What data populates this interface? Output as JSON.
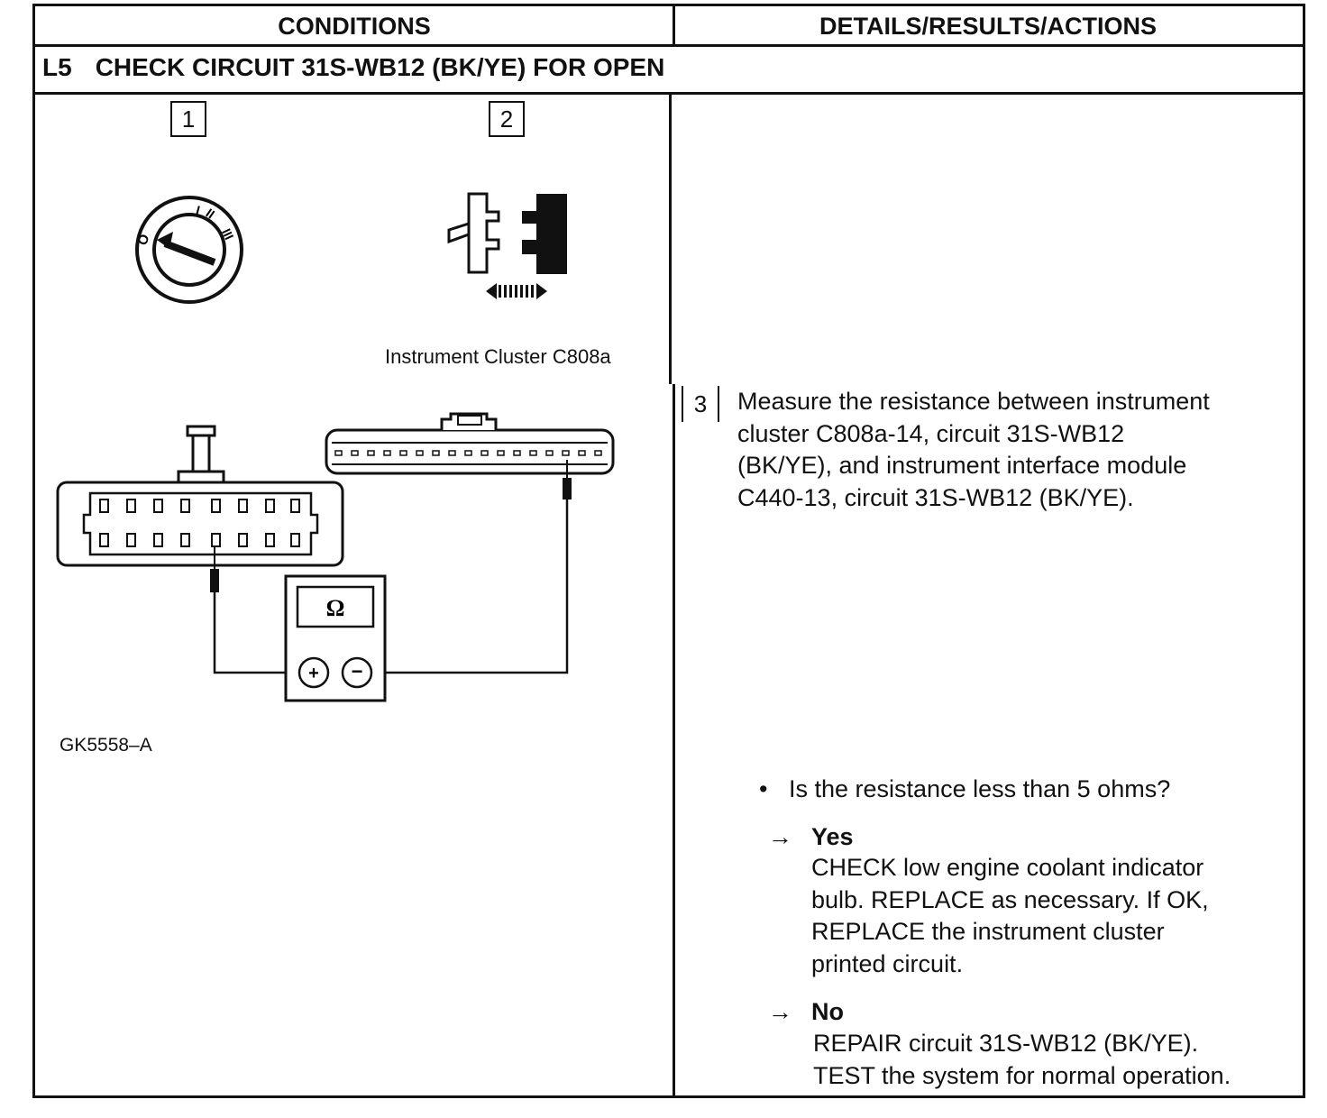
{
  "header": {
    "conditions": "CONDITIONS",
    "details": "DETAILS/RESULTS/ACTIONS"
  },
  "step_title": {
    "number": "L5",
    "text": "CHECK CIRCUIT 31S-WB12 (BK/YE) FOR OPEN"
  },
  "figure": {
    "step1": "1",
    "step2": "2",
    "connector_label": "Instrument Cluster C808a",
    "meter_symbol": "Ω",
    "figure_id": "GK5558–A",
    "icons": [
      "ignition-switch-icon",
      "connector-disconnect-icon",
      "ohmmeter-icon"
    ]
  },
  "step3": {
    "number": "3",
    "lines": [
      "Measure the resistance between instrument",
      "cluster C808a-14, circuit 31S-WB12",
      "(BK/YE), and instrument interface module",
      "C440-13, circuit 31S-WB12 (BK/YE)."
    ]
  },
  "question": "Is the resistance less than 5 ohms?",
  "yes": {
    "label": "Yes",
    "lines": [
      "CHECK low engine coolant indicator",
      "bulb. REPLACE as necessary. If OK,",
      "REPLACE the instrument cluster",
      "printed circuit."
    ]
  },
  "no": {
    "label": "No",
    "lines": [
      "REPAIR circuit 31S-WB12 (BK/YE).",
      "TEST the system for normal operation."
    ]
  }
}
